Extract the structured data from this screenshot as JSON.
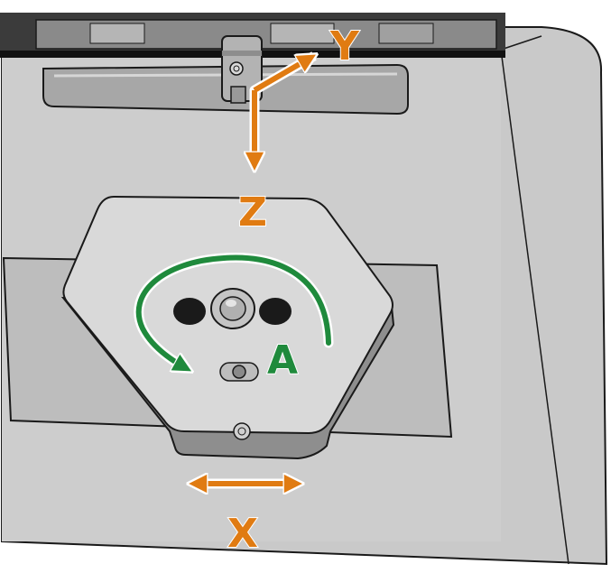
{
  "axes": {
    "x": {
      "label": "X"
    },
    "y": {
      "label": "Y"
    },
    "z": {
      "label": "Z"
    }
  },
  "rotation": {
    "label": "A"
  },
  "colors": {
    "linear_axis": "#e07b12",
    "rotation_axis": "#1f8a3c",
    "housing": "#c9c9c9",
    "stage": "#d9d9d9",
    "dark": "#1a1a1a"
  }
}
